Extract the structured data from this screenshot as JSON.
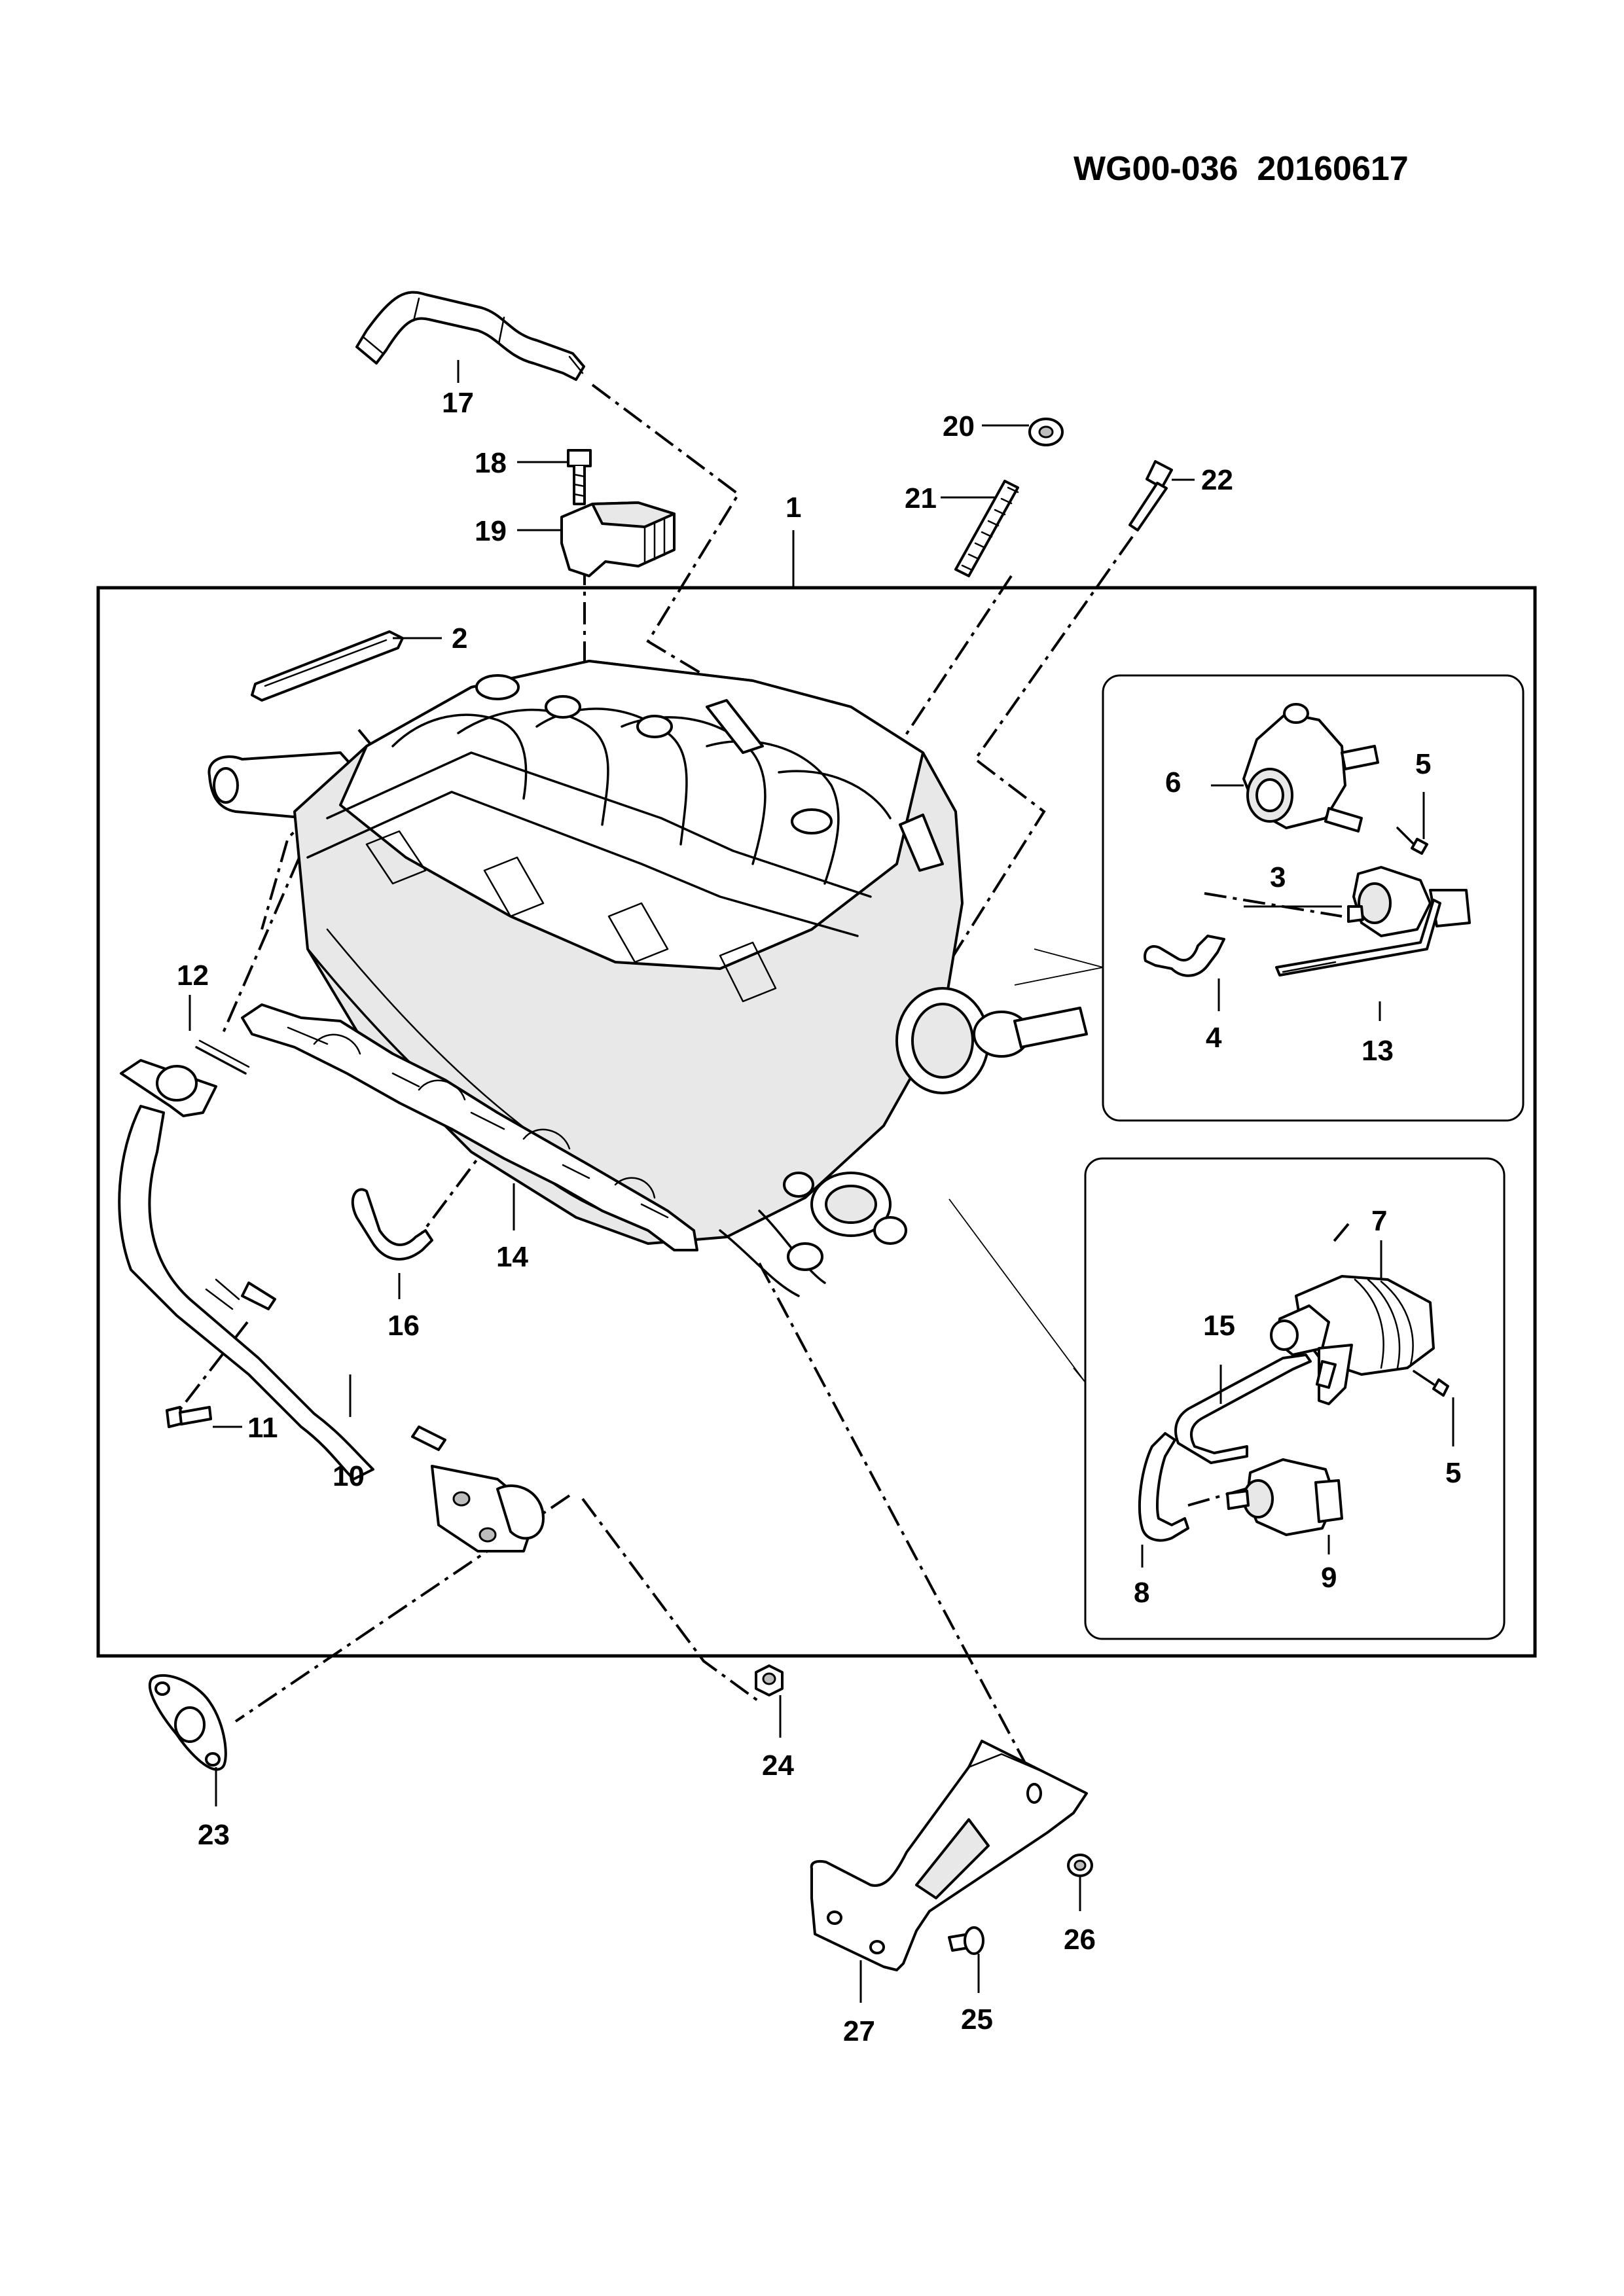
{
  "document": {
    "id": "WG00-036",
    "date": "20160617"
  },
  "callouts": [
    "1",
    "2",
    "3",
    "4",
    "5",
    "6",
    "7",
    "8",
    "9",
    "10",
    "11",
    "12",
    "13",
    "14",
    "15",
    "16",
    "17",
    "18",
    "19",
    "20",
    "21",
    "22",
    "23",
    "24",
    "25",
    "26",
    "27"
  ],
  "callout_5_second": "5"
}
